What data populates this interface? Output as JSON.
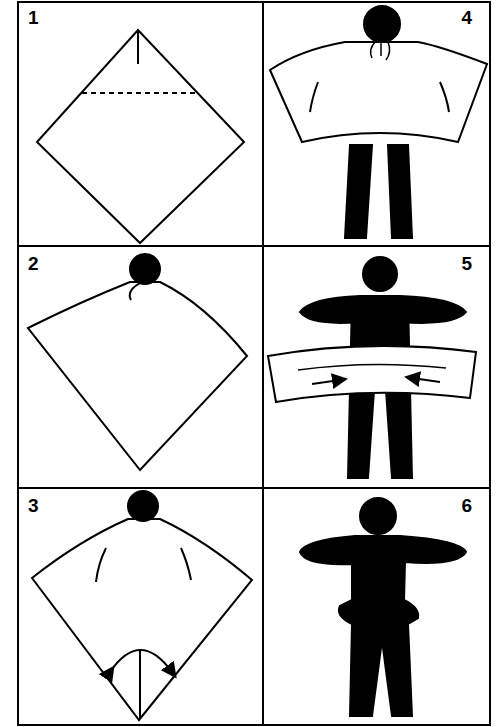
{
  "diagram": {
    "labels": [
      "1",
      "4",
      "2",
      "5",
      "3",
      "6"
    ]
  }
}
